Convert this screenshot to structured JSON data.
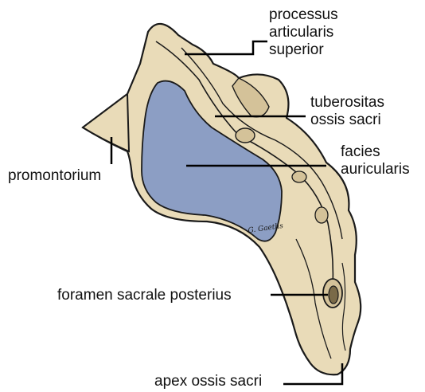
{
  "figure": {
    "signature": "G. Gaeths",
    "colors": {
      "bone_fill": "#e9dbb8",
      "bone_shadow": "#d4c299",
      "outline": "#1a1a1a",
      "auricular_surface": "#8c9ec4",
      "leader_line": "#000000"
    }
  },
  "labels": {
    "processus_articularis_superior": [
      "processus",
      "articularis",
      "superior"
    ],
    "tuberositas_ossis_sacri": [
      "tuberositas",
      "ossis sacri"
    ],
    "facies_auricularis": [
      "facies",
      "auricularis"
    ],
    "promontorium": "promontorium",
    "foramen_sacrale_posterius": "foramen sacrale posterius",
    "apex_ossis_sacri": "apex ossis sacri"
  }
}
